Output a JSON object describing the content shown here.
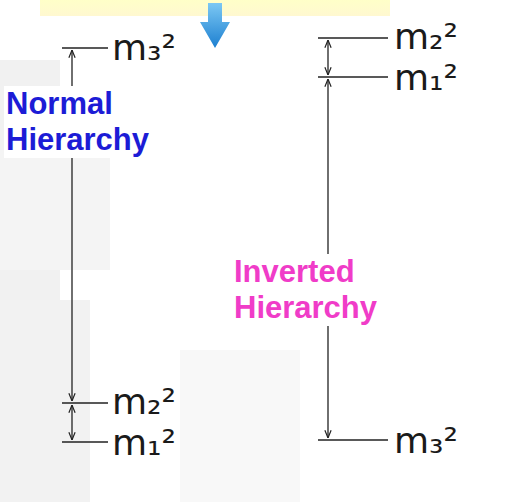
{
  "diagram": {
    "labels": [
      "m₃²",
      "Normal Hierarchy",
      "m₂²",
      "m₁²",
      "m₂²",
      "m₁²",
      "Inverted Hierarchy",
      "m₃²"
    ]
  }
}
